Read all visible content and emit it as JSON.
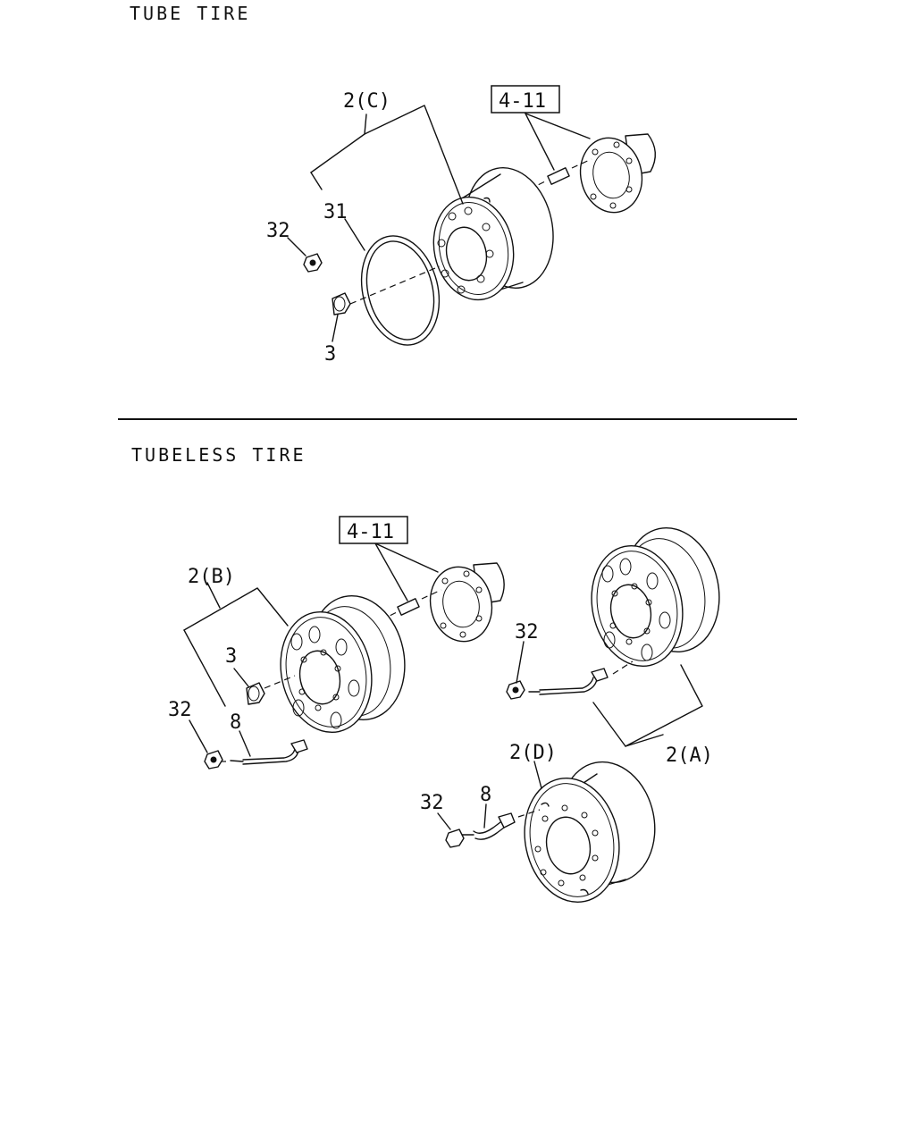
{
  "sections": {
    "tube_title": "TUBE TIRE",
    "tubeless_title": "TUBELESS TIRE"
  },
  "callouts": {
    "tube": {
      "wheel_c": "2(C)",
      "ref_box": "4-11",
      "ring": "31",
      "nut": "32",
      "cap_nut": "3"
    },
    "tubeless": {
      "ref_box": "4-11",
      "wheel_b": "2(B)",
      "cap_nut": "3",
      "nut_left": "32",
      "valve_left": "8",
      "nut_right": "32",
      "wheel_a": "2(A)",
      "wheel_d": "2(D)",
      "nut_bottom": "32",
      "valve_bottom": "8"
    }
  }
}
